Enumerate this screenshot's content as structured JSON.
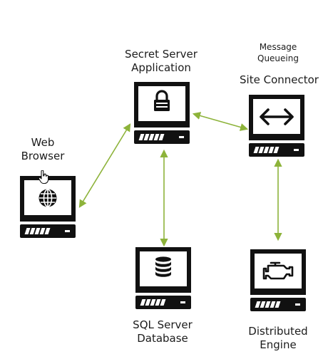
{
  "nodes": {
    "secret_server": {
      "label_line1": "Secret Server",
      "label_line2": "Application",
      "icon": "lock-icon"
    },
    "message_queueing": {
      "label_line1": "Message",
      "label_line2": "Queueing"
    },
    "site_connector": {
      "label": "Site Connector",
      "icon": "bidirectional-arrow-icon"
    },
    "web_browser": {
      "label_line1": "Web",
      "label_line2": "Browser",
      "icon": "globe-icon"
    },
    "sql_server": {
      "label_line1": "SQL Server",
      "label_line2": "Database",
      "icon": "database-icon"
    },
    "distributed_engine": {
      "label_line1": "Distributed",
      "label_line2": "Engine",
      "icon": "engine-icon"
    }
  },
  "edges": [
    {
      "from": "web_browser",
      "to": "secret_server"
    },
    {
      "from": "secret_server",
      "to": "site_connector"
    },
    {
      "from": "secret_server",
      "to": "sql_server"
    },
    {
      "from": "site_connector",
      "to": "distributed_engine"
    }
  ],
  "colors": {
    "connector": "#8db33a",
    "device": "#111111",
    "background": "#ffffff"
  },
  "cursor": "hand-pointer-icon"
}
